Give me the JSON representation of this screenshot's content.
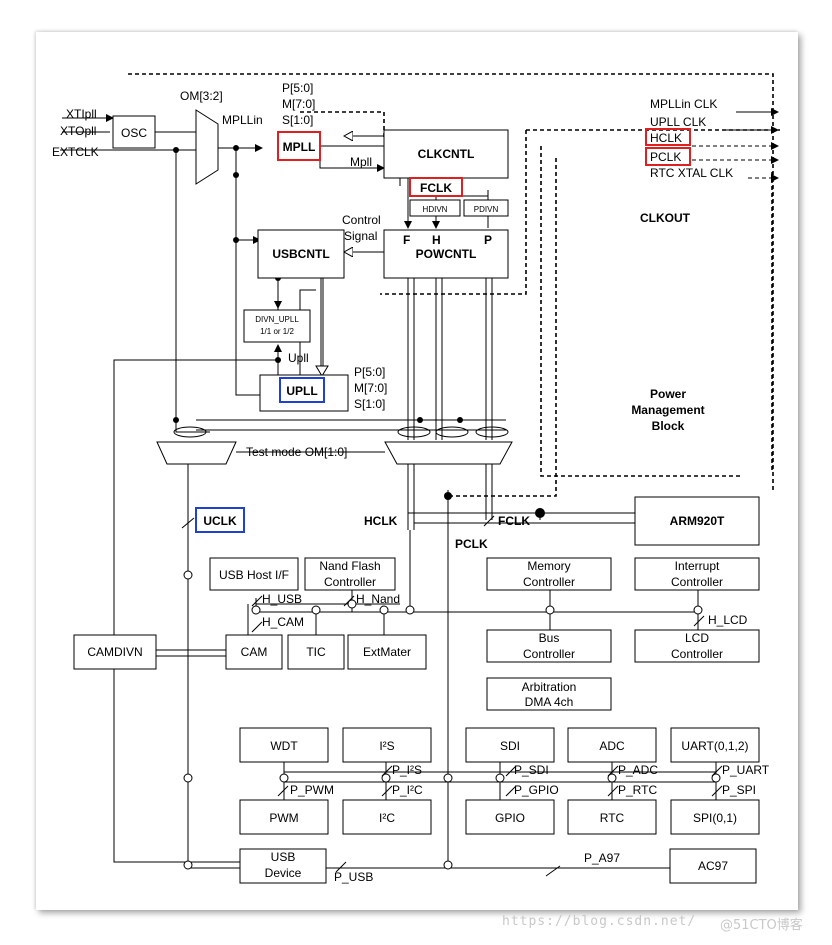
{
  "diagram": {
    "inputs": {
      "xtipll": "XTIpll",
      "xtopll": "XTOpll",
      "extclk": "EXTCLK"
    },
    "osc": "OSC",
    "om32": "OM[3:2]",
    "mpllin": "MPLLin",
    "mpll_params": [
      "P[5:0]",
      "M[7:0]",
      "S[1:0]"
    ],
    "mpll": "MPLL",
    "clkcntl": "CLKCNTL",
    "mpll_out": "Mpll",
    "fclk": "FCLK",
    "hdivn": "HDIVN",
    "pdivn": "PDIVN",
    "control_signal": [
      "Control",
      "Signal"
    ],
    "usbcntl": "USBCNTL",
    "powcntl": "POWCNTL",
    "fhp": [
      "F",
      "H",
      "P"
    ],
    "divn_upll": [
      "DIVN_UPLL",
      "1/1 or 1/2"
    ],
    "upll_label": "Upll",
    "upll": "UPLL",
    "upll_params": [
      "P[5:0]",
      "M[7:0]",
      "S[1:0]"
    ],
    "test_mode": "Test mode OM[1:0]",
    "clk_outputs": [
      "MPLLin CLK",
      "UPLL CLK",
      "HCLK",
      "PCLK",
      "RTC XTAL CLK"
    ],
    "clkout": "CLKOUT",
    "power_mgmt": [
      "Power",
      "Management",
      "Block"
    ],
    "uclk": "UCLK",
    "hclk": "HCLK",
    "pclk": "PCLK",
    "fclk_bus": "FCLK",
    "arm": "ARM920T",
    "usb_host": "USB Host I/F",
    "nand": [
      "Nand Flash",
      "Controller"
    ],
    "memory": [
      "Memory",
      "Controller"
    ],
    "interrupt": [
      "Interrupt",
      "Controller"
    ],
    "h_usb": "H_USB",
    "h_nand": "H_Nand",
    "h_cam": "H_CAM",
    "h_lcd": "H_LCD",
    "camdivn": "CAMDIVN",
    "cam": "CAM",
    "tic": "TIC",
    "extmater": "ExtMater",
    "bus_ctrl": [
      "Bus",
      "Controller"
    ],
    "lcd_ctrl": [
      "LCD",
      "Controller"
    ],
    "arbitration": [
      "Arbitration",
      "DMA 4ch"
    ],
    "apb_top": [
      "WDT",
      "I²S",
      "SDI",
      "ADC",
      "UART(0,1,2)"
    ],
    "apb_bottom": [
      "PWM",
      "I²C",
      "GPIO",
      "RTC",
      "SPI(0,1)"
    ],
    "p_labels": {
      "p_i2s": "P_I²S",
      "p_sdi": "P_SDI",
      "p_adc": "P_ADC",
      "p_uart": "P_UART",
      "p_pwm": "P_PWM",
      "p_i2c": "P_I²C",
      "p_gpio": "P_GPIO",
      "p_rtc": "P_RTC",
      "p_spi": "P_SPI"
    },
    "usb_device": [
      "USB",
      "Device"
    ],
    "p_usb": "P_USB",
    "p_a97": "P_A97",
    "ac97": "AC97"
  },
  "watermark": "https://blog.csdn.net/",
  "watermark2": "@51CTO博客",
  "colors": {
    "red_box": "#e02020",
    "blue_box": "#2040d0",
    "line": "#000000"
  }
}
